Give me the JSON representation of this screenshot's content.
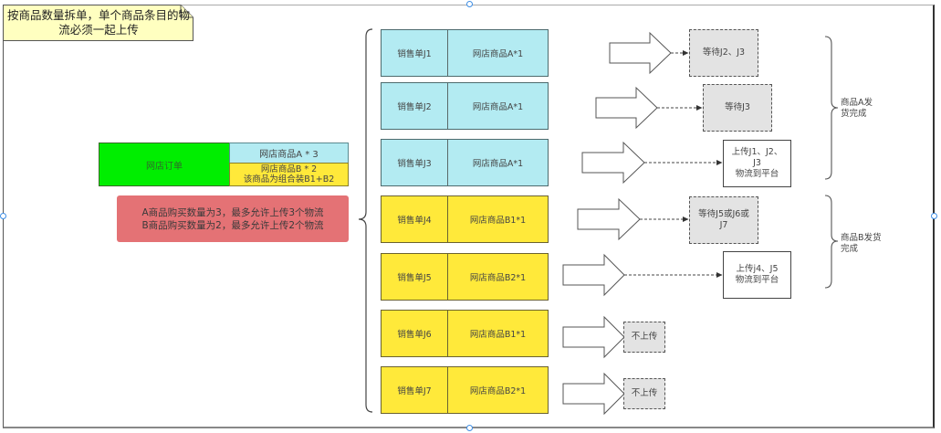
{
  "note": {
    "line1": "按商品数量拆单，单个商品条目的物",
    "line2": "流必须一起上传",
    "color": "#ffffc0"
  },
  "order": {
    "label": "网店订单",
    "item_a": "网店商品A * 3",
    "item_b_line1": "网店商品B * 2",
    "item_b_line2": "该商品为组合装B1+B2"
  },
  "rule": {
    "line1": "A商品购买数量为3，最多允许上传3个物流",
    "line2": "B商品购买数量为2，最多允许上传2个物流"
  },
  "rows": [
    {
      "order": "销售单J1",
      "item": "网店商品A*1",
      "group": "A"
    },
    {
      "order": "销售单J2",
      "item": "网店商品A*1",
      "group": "A"
    },
    {
      "order": "销售单J3",
      "item": "网店商品A*1",
      "group": "A"
    },
    {
      "order": "销售单J4",
      "item": "网店商品B1*1",
      "group": "B"
    },
    {
      "order": "销售单J5",
      "item": "网店商品B2*1",
      "group": "B"
    },
    {
      "order": "销售单J6",
      "item": "网店商品B1*1",
      "group": "B"
    },
    {
      "order": "销售单J7",
      "item": "网店商品B2*1",
      "group": "B"
    }
  ],
  "results": [
    {
      "type": "wait",
      "line1": "等待J2、J3",
      "line2": ""
    },
    {
      "type": "wait",
      "line1": "等待J3",
      "line2": ""
    },
    {
      "type": "upload",
      "line1": "上传J1、J2、",
      "line2": "J3",
      "line3": "物流到平台"
    },
    {
      "type": "wait",
      "line1": "等待J5或J6或",
      "line2": "J7"
    },
    {
      "type": "upload",
      "line1": "上传j4、J5",
      "line2": "物流到平台"
    },
    {
      "type": "none",
      "line1": "不上传",
      "line2": ""
    },
    {
      "type": "none",
      "line1": "不上传",
      "line2": ""
    }
  ],
  "groups": [
    {
      "line1": "商品A发",
      "line2": "货完成"
    },
    {
      "line1": "商品B发货",
      "line2": "完成"
    }
  ],
  "colors": {
    "order_green": "#00ee00",
    "cyan": "#b3ebf2",
    "yellow": "#ffe93a",
    "red_note": "#e47275",
    "wait_gray": "#e3e3e3"
  }
}
